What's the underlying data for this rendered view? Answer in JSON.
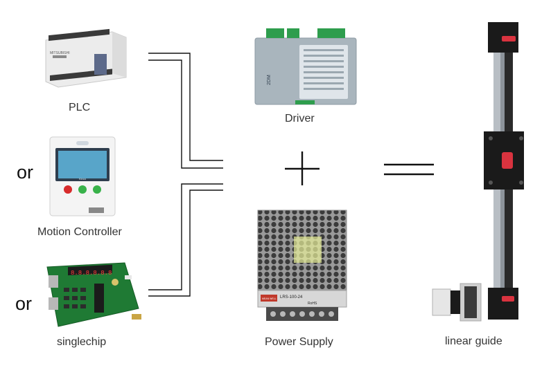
{
  "labels": {
    "plc": "PLC",
    "motion_controller": "Motion Controller",
    "singlechip": "singlechip",
    "driver": "Driver",
    "power_supply": "Power Supply",
    "linear_guide": "linear guide",
    "or_1": "or",
    "or_2": "or"
  },
  "device_text": {
    "plc_brand": "MITSUBISHI",
    "driver_model": "2DM",
    "psu_model": "LRS-100-24",
    "psu_rohs": "RoHS",
    "psu_brand": "MEAN WELL",
    "controller_brand": "Kinco",
    "display_digits": "8.8.8.8.8.8"
  },
  "symbols": {
    "plus": "+",
    "equals": "="
  },
  "colors": {
    "line": "#111111",
    "plc_body": "#f2f2f2",
    "driver_body": "#a9b5bd",
    "terminal_green": "#2e9d4d",
    "pcb_green": "#1f7a34",
    "guide_black": "#1a1a1a",
    "led_red": "#d9333f"
  }
}
